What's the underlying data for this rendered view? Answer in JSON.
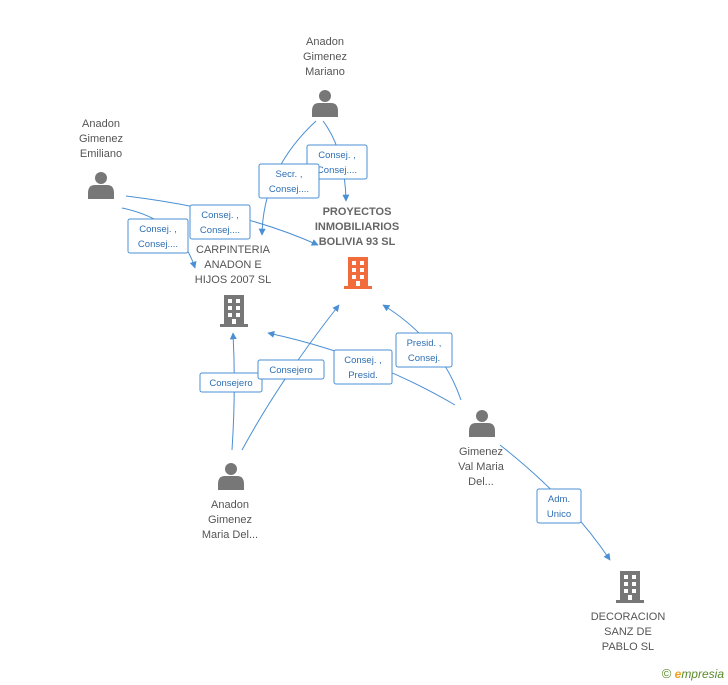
{
  "nodes": {
    "mariano": [
      "Anadon",
      "Gimenez",
      "Mariano"
    ],
    "emiliano": [
      "Anadon",
      "Gimenez",
      "Emiliano"
    ],
    "proyectos": [
      "PROYECTOS",
      "INMOBILIARIOS",
      "BOLIVIA 93 SL"
    ],
    "carpinteria": [
      "CARPINTERIA",
      "ANADON E",
      "HIJOS 2007 SL"
    ],
    "val_maria": [
      "Gimenez",
      "Val Maria",
      "Del..."
    ],
    "maria_del": [
      "Anadon",
      "Gimenez",
      "Maria Del..."
    ],
    "decoracion": [
      "DECORACION",
      "SANZ DE",
      "PABLO SL"
    ]
  },
  "edges": {
    "mariano_proyectos": [
      "Consej. ,",
      "Consej...."
    ],
    "mariano_carpinteria": [
      "Secr. ,",
      "Consej...."
    ],
    "emiliano_proyectos": [
      "Consej. ,",
      "Consej...."
    ],
    "emiliano_carpinteria": [
      "Consej. ,",
      "Consej...."
    ],
    "valmaria_carpinteria": [
      "Consej. ,",
      "Presid."
    ],
    "valmaria_proyectos": [
      "Presid. ,",
      "Consej."
    ],
    "valmaria_decoracion": [
      "Adm.",
      "Unico"
    ],
    "mariadel_carpinteria": [
      "Consejero"
    ],
    "mariadel_proyectos": [
      "Consejero"
    ]
  },
  "footer": {
    "copyright": "©",
    "brand_e": "e",
    "brand_rest": "mpresia"
  },
  "colors": {
    "edge": "#4a8fd4",
    "main_company": "#f26b3a",
    "node_icon": "#777777"
  }
}
